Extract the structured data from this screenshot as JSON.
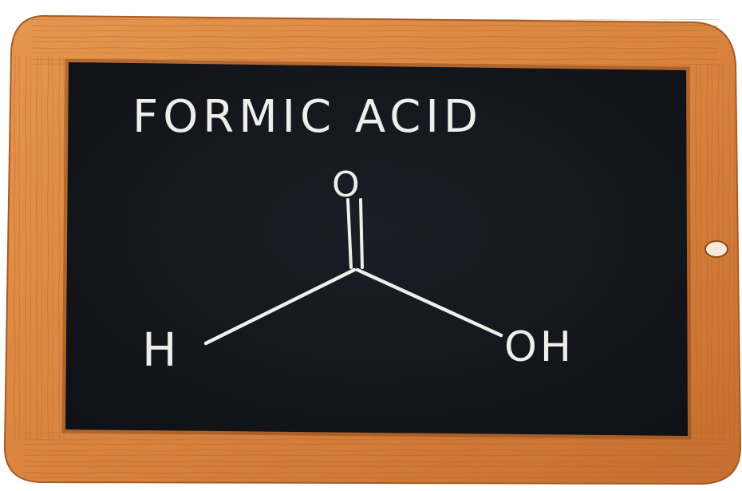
{
  "board": {
    "title": "FORMIC ACID",
    "atom_oxygen": "O",
    "atom_hydrogen": "H",
    "group_hydroxyl": "OH"
  },
  "colors": {
    "frame_wood": "#d9843f",
    "frame_wood_dark": "#b9652a",
    "chalkboard": "#15171d",
    "chalk": "#eeeeea"
  }
}
